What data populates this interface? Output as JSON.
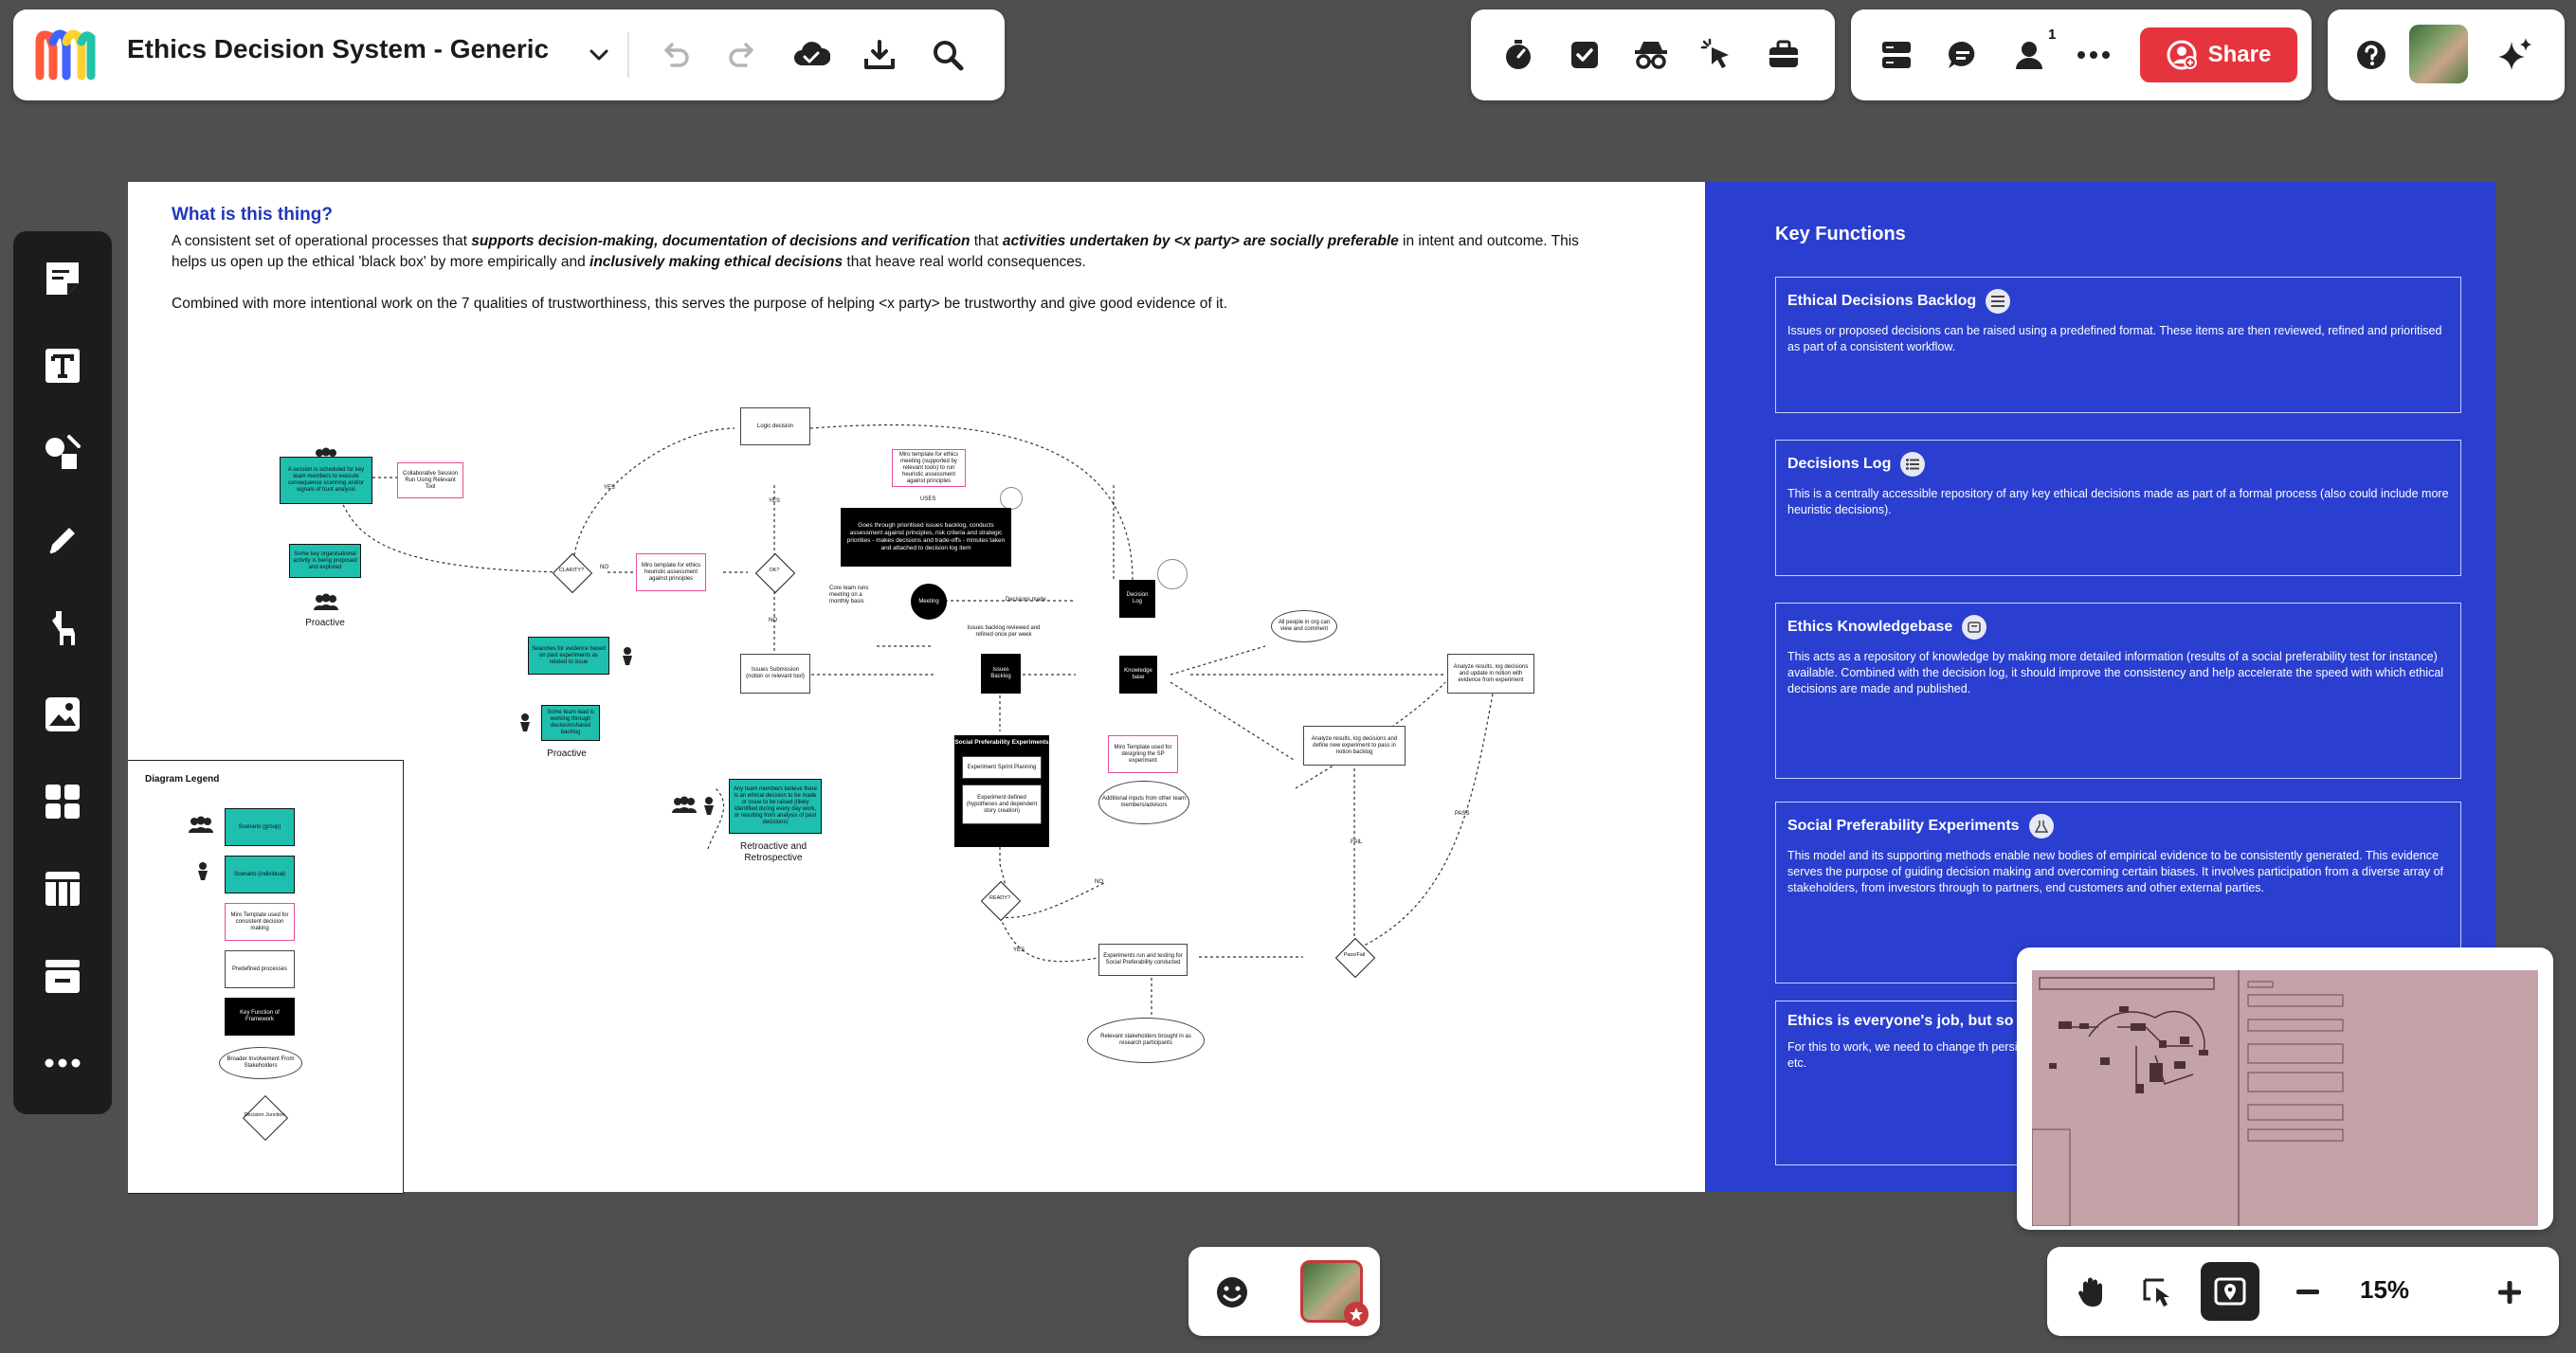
{
  "header": {
    "board_title": "Ethics Decision System - Generic",
    "share_label": "Share",
    "notification_count": "1"
  },
  "intro": {
    "heading": "What is this thing?",
    "p1_a": "A consistent set of operational processes that ",
    "p1_b": "supports decision-making, documentation of decisions and verification",
    "p1_c": " that ",
    "p1_d": "activities undertaken by <x party> are socially preferable",
    "p1_e": " in intent and outcome. This helps us open up the ethical 'black box' by more empirically and ",
    "p1_f": "inclusively making ethical decisions",
    "p1_g": " that heave real world consequences.",
    "p2": "Combined with more intentional work on the 7 qualities of trustworthiness, this serves the purpose of helping <x party> be trustworthy and give good evidence of it."
  },
  "key_functions": {
    "title": "Key Functions",
    "cards": [
      {
        "title": "Ethical Decisions Backlog",
        "text": "Issues or proposed decisions can be raised using a predefined format. These items are then reviewed, refined and prioritised as part of a consistent workflow."
      },
      {
        "title": "Decisions Log",
        "text": "This is a centrally accessible repository of any key ethical decisions made as part of a formal process (also could include more heuristic decisions)."
      },
      {
        "title": "Ethics Knowledgebase",
        "text": "This acts as a repository of knowledge by making more detailed information (results of a social preferability test for instance) available. Combined with the decision log, it should improve the consistency and help accelerate the speed with which ethical decisions are made and published."
      },
      {
        "title": "Social Preferability Experiments",
        "text": "This model and its supporting methods enable new bodies of empirical evidence to be consistently generated. This evidence serves the purpose of guiding decision making and overcoming certain biases. It involves participation from a diverse array of stakeholders, from investors through to partners, end customers and other external parties."
      },
      {
        "title": "Ethics is everyone's job, but so",
        "text": "For this to work, we need to change th persistence and patience. However, at person provides directional clarity, gro the team etc."
      }
    ]
  },
  "diagram": {
    "proactive_1": "Proactive",
    "proactive_2": "Proactive",
    "retro": "Retroactive and Retrospective",
    "n_teal1": "A session is scheduled for key team members to execute consequence scanning and/or signals of trust analysis",
    "n_pink1": "Collaborative Session Run Using Relevant Tool",
    "n_teal2": "Some key organisational activity is being proposed and explored",
    "n_logic": "Logic decision",
    "n_pink_miro": "Miro template for ethics heuristic assessment against principles",
    "n_pink_top": "Miro template for ethics meeting (supported by relevant tools) to run heuristic assessment against principles",
    "n_black_main": "Goes through prioritised issues backlog, conducts assessment against principles, risk criteria and strategic priorities - makes decisions and trade-offs - minutes taken and attached to decision log item",
    "n_uses": "USES",
    "n_clarity": "CLARITY?",
    "n_ok": "OK?",
    "n_no": "NO",
    "n_yes": "YES",
    "n_meeting": "Meeting",
    "n_core": "Core team runs meeting on a monthly basis",
    "n_decisions_made": "Decisions made",
    "n_decision_log": "Decision Log",
    "n_teal3": "Searches for evidence based on past experiments as related to issue",
    "n_teal4": "Some team lead is working through decision/shared backlog",
    "n_issue_sub": "Issues Submission (notion or relevant tool)",
    "n_issues_backlog": "Issues Backlog",
    "n_issue_text": "Issues backlog reviewed and refined once per week",
    "n_knowledge": "Knowledge base",
    "n_all_people": "All people in org can view and comment",
    "n_analyze1": "Analyze results, log decisions and update in notion with evidence from experiment",
    "n_analyze2": "Analyze results, log decisions and define new experiment to pass in notion backlog",
    "n_teal5": "Any team members believe there is an ethical decision to be made or issue to be raised (likely identified during every day work, or resulting from analysis of past decisions)",
    "n_spe": "Social Preferability Experiments",
    "n_exp_sprint": "Experiment Sprint Planning",
    "n_exp_defined": "Experiment defined (hypotheses and dependent story creation)",
    "n_pink_sp": "Miro Template used for designing the SP experiment",
    "n_additional": "Additional inputs from other team members/advisors",
    "n_ready": "READY?",
    "n_run": "Experiments run and testing for Social Preferability conducted",
    "n_relevant": "Relevant stakeholders brought in as research participants",
    "n_passfail": "Pass/Fail",
    "n_fail": "FAIL",
    "n_pass": "PASS"
  },
  "legend": {
    "title": "Diagram Legend",
    "items": [
      "Scenario (group)",
      "Scenario (individual)",
      "Miro Template used for consistent decision making",
      "Predefined processes",
      "Key Function of Framework",
      "Broader Involvement From Stakeholders",
      "Decision Junction"
    ]
  },
  "zoom": {
    "value": "15%"
  }
}
